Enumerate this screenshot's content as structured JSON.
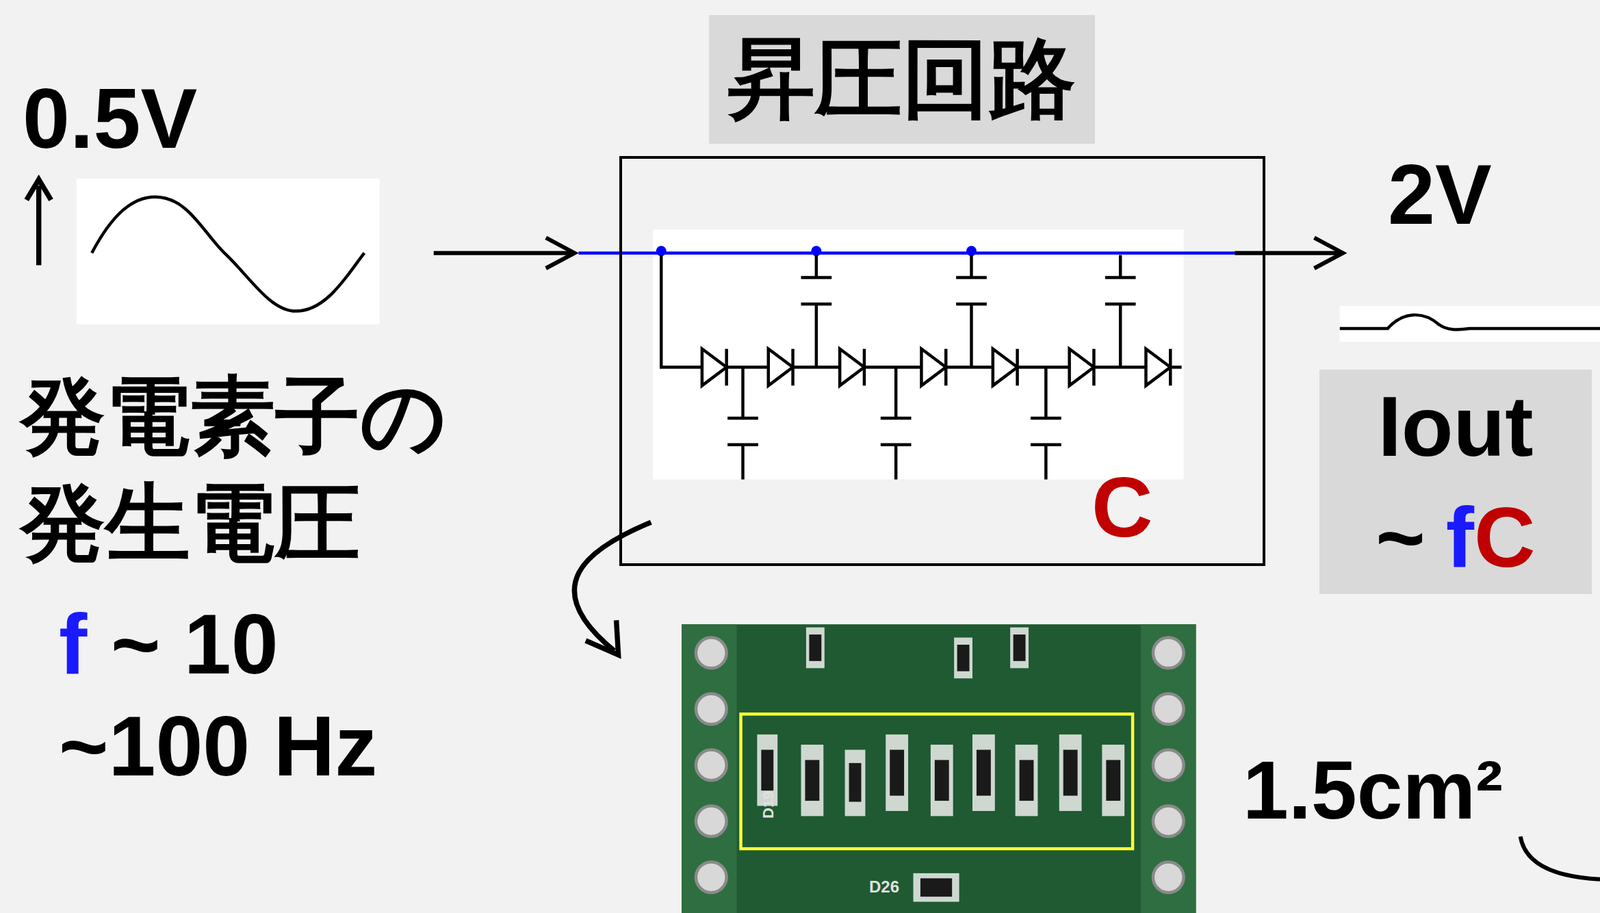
{
  "diagram": {
    "nodes": [
      {
        "text": [
          "昇圧回路"
        ]
      },
      {
        "text": [
          "C"
        ]
      },
      {
        "text": [
          "Iout",
          "~",
          "f",
          "C"
        ]
      }
    ],
    "labels": [
      "0.5V",
      "発電素子の 発生電圧",
      "f",
      "~ 10",
      "~100 Hz",
      "2V",
      "1.5cm²",
      "D19",
      "D26"
    ]
  }
}
